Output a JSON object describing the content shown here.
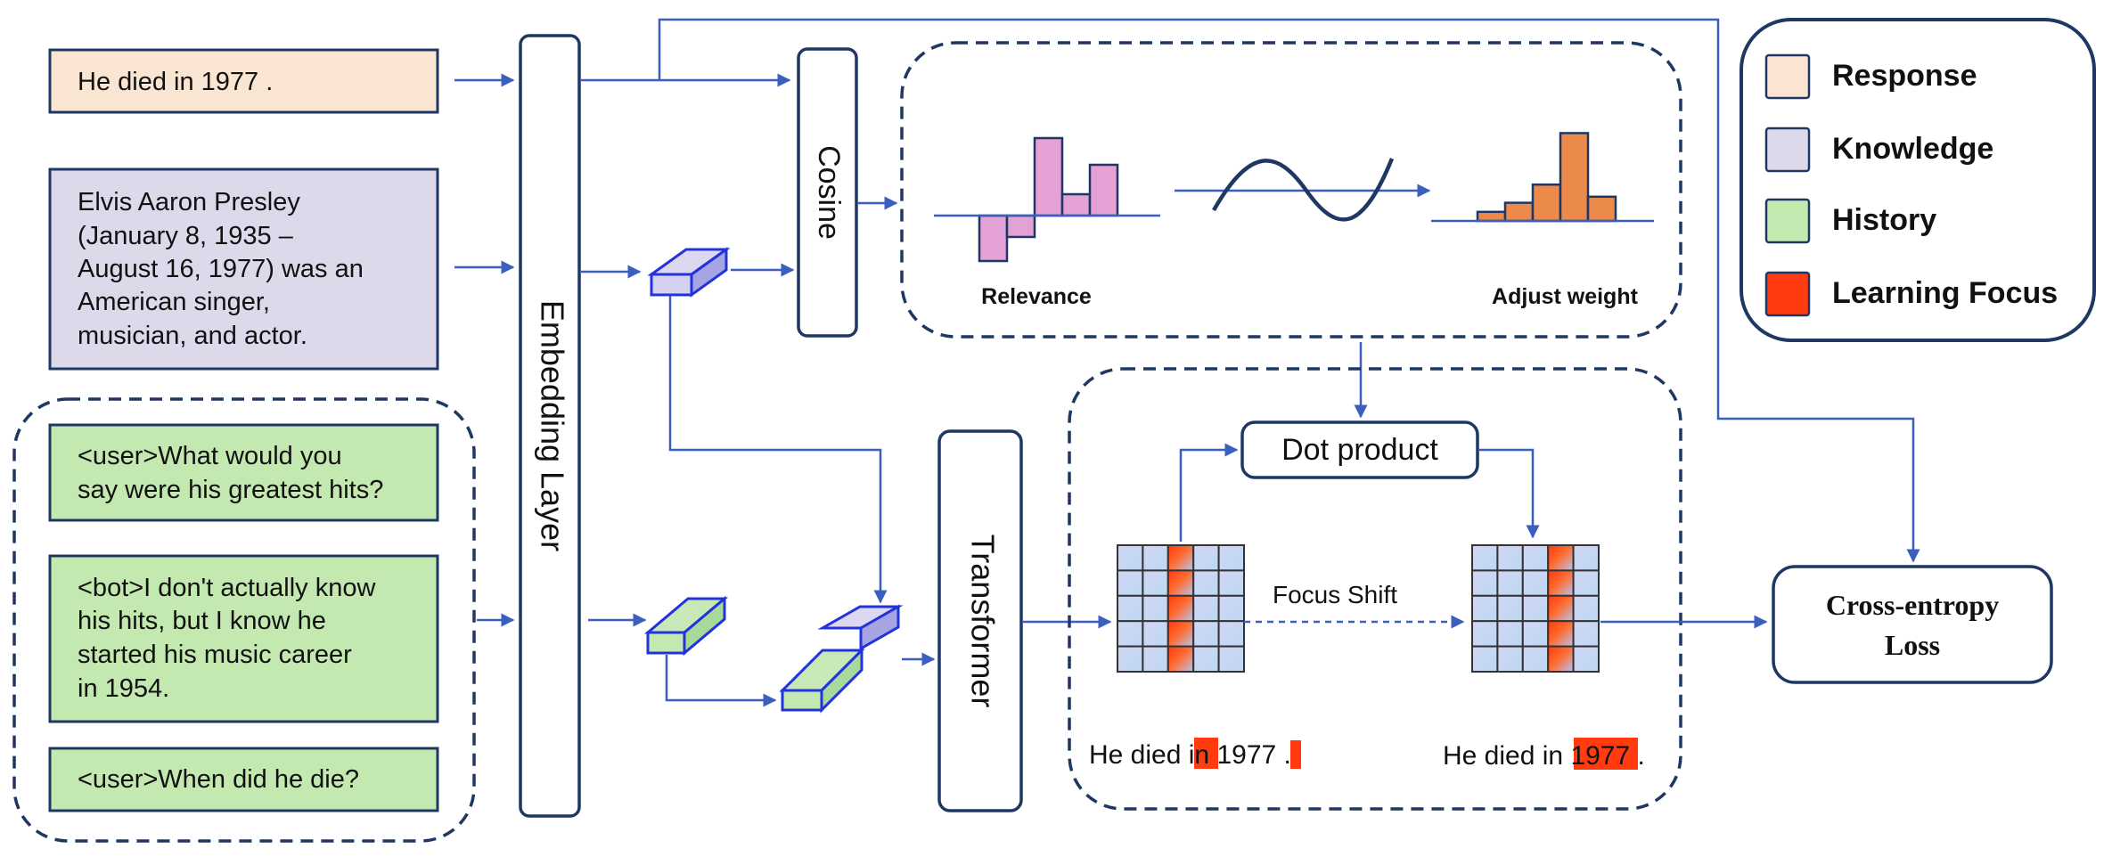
{
  "inputs": {
    "response": "He died in 1977 .",
    "knowledge_lines": [
      "Elvis Aaron Presley",
      "(January 8, 1935 –",
      "August 16, 1977) was an",
      "American singer,",
      "musician, and actor."
    ],
    "history": [
      {
        "lines": [
          "<user>What would you",
          "say were his greatest hits?"
        ]
      },
      {
        "lines": [
          "<bot>I don't actually know",
          "his hits, but I know he",
          "started his music career",
          "in 1954."
        ]
      },
      {
        "lines": [
          "<user>When did he die?"
        ]
      }
    ]
  },
  "blocks": {
    "embedding": "Embedding Layer",
    "cosine": "Cosine",
    "transformer": "Transformer",
    "dot_product": "Dot product",
    "loss_lines": [
      "Cross-entropy",
      "Loss"
    ]
  },
  "weights": {
    "relevance_label": "Relevance",
    "adjust_label": "Adjust weight",
    "relevance_values": [
      -1.7,
      -0.8,
      2.9,
      0.8,
      1.9
    ],
    "adjusted_values": [
      0.3,
      0.6,
      1.2,
      2.9,
      0.8,
      0.0
    ]
  },
  "focus": {
    "shift_label": "Focus Shift",
    "left_sentence": {
      "before": "He died ",
      "highlight": "in",
      "after": " 1977 ",
      "tail": "."
    },
    "right_sentence": {
      "before": "He died in ",
      "highlight": "1977",
      "after": " ."
    },
    "left_focus_column": 2,
    "right_focus_column": 3
  },
  "legend": {
    "items": [
      {
        "label": "Response",
        "color": "#fae5d3"
      },
      {
        "label": "Knowledge",
        "color": "#ddd9ea"
      },
      {
        "label": "History",
        "color": "#c3e8b0"
      },
      {
        "label": "Learning Focus",
        "color": "#ff3b0f"
      }
    ]
  },
  "colors": {
    "arrow": "#3a5fbf",
    "border": "#1f3763",
    "vector_blue": "#2233dd",
    "relevance_bars": "#e3a1d6",
    "adjusted_bars": "#ec8a4b",
    "grid_cell": "#c8d2f2",
    "focus_orange": "#ff4a12"
  }
}
